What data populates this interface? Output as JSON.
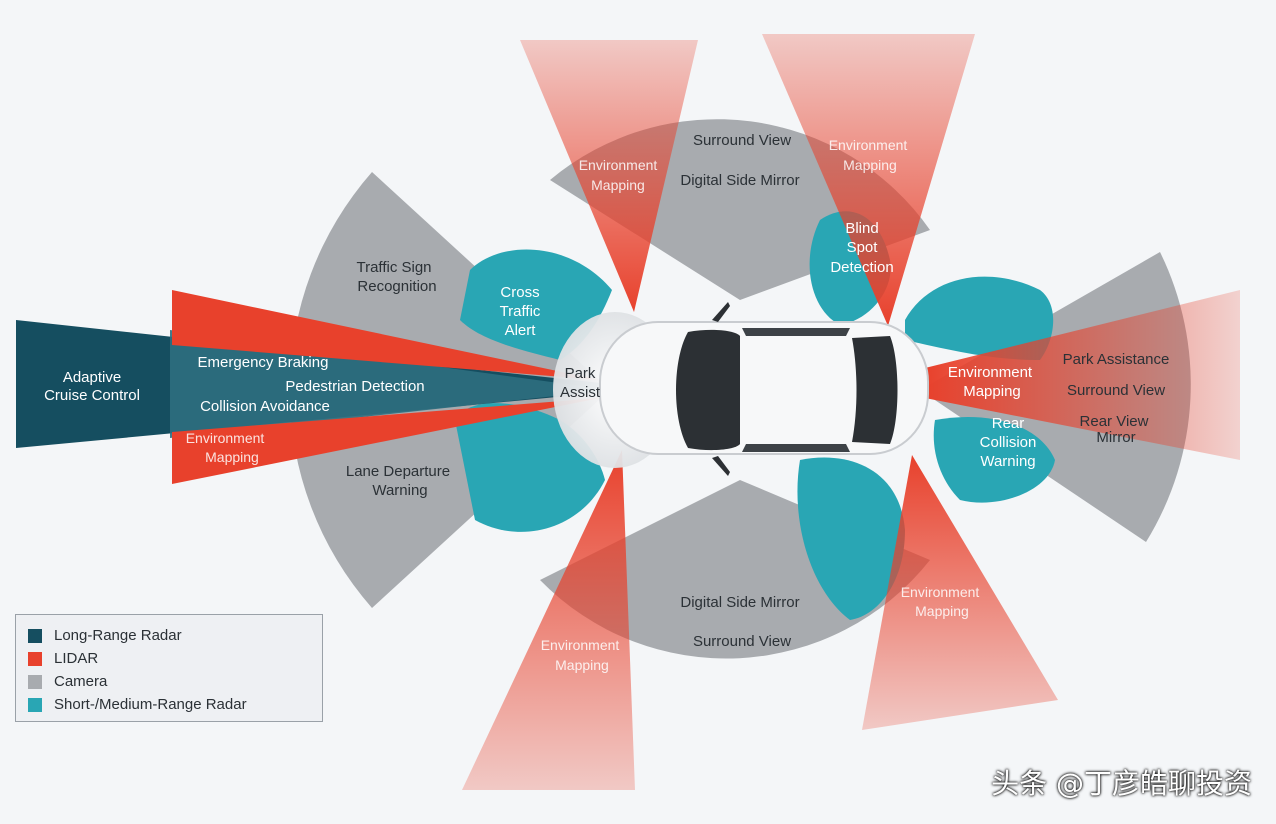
{
  "colors": {
    "long_range_radar": "#154e60",
    "lidar": "#e8412c",
    "camera": "#a8abaf",
    "short_medium_radar": "#29a6b4"
  },
  "labels": {
    "adaptive_cruise_1": "Adaptive",
    "adaptive_cruise_2": "Cruise Control",
    "emergency_braking": "Emergency Braking",
    "pedestrian_detection": "Pedestrian Detection",
    "collision_avoidance": "Collision Avoidance",
    "env_mapping_1": "Environment",
    "env_mapping_2": "Mapping",
    "traffic_sign_1": "Traffic Sign",
    "traffic_sign_2": "Recognition",
    "lane_departure_1": "Lane Departure",
    "lane_departure_2": "Warning",
    "cross_traffic_1": "Cross",
    "cross_traffic_2": "Traffic",
    "cross_traffic_3": "Alert",
    "park_assist_1": "Park",
    "park_assist_2": "Assist",
    "surround_view": "Surround View",
    "digital_side_mirror": "Digital Side Mirror",
    "blind_spot_1": "Blind",
    "blind_spot_2": "Spot",
    "blind_spot_3": "Detection",
    "park_assistance": "Park Assistance",
    "rear_view_1": "Rear View",
    "rear_view_2": "Mirror",
    "rear_collision_1": "Rear",
    "rear_collision_2": "Collision",
    "rear_collision_3": "Warning"
  },
  "legend": {
    "items": [
      {
        "label": "Long-Range Radar",
        "color": "#154e60"
      },
      {
        "label": "LIDAR",
        "color": "#e8412c"
      },
      {
        "label": "Camera",
        "color": "#a8abaf"
      },
      {
        "label": "Short-/Medium-Range Radar",
        "color": "#29a6b4"
      }
    ]
  },
  "watermark": "头条 @丁彦皓聊投资"
}
